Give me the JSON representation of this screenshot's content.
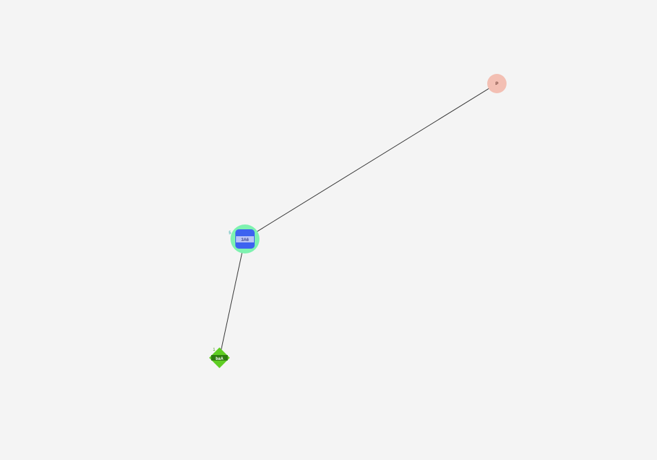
{
  "graph": {
    "nodes": [
      {
        "id": "p",
        "label": "P",
        "shape": "circle",
        "fill": "#f3bfb3",
        "text_color": "#6b3a30"
      },
      {
        "id": "hub",
        "label": "3A6",
        "badge": "5",
        "shape": "rounded-square-with-halo",
        "fill": "#3d62f0",
        "halo": "#7ef2b0",
        "label_bg": "#b8c4f6",
        "text_color": "#3b3f8c",
        "badge_color": "#1aa0a0"
      },
      {
        "id": "baa",
        "label": "baA",
        "badge": "1",
        "shape": "diamond",
        "fill": "#5fcd23",
        "label_bg": "#2f7d12",
        "text_color": "#ffffff",
        "badge_color": "#4a9d1c"
      }
    ],
    "edges": [
      {
        "from": "hub",
        "to": "p"
      },
      {
        "from": "hub",
        "to": "baa"
      }
    ],
    "edge_color": "#333333",
    "background": "#f4f4f4"
  }
}
